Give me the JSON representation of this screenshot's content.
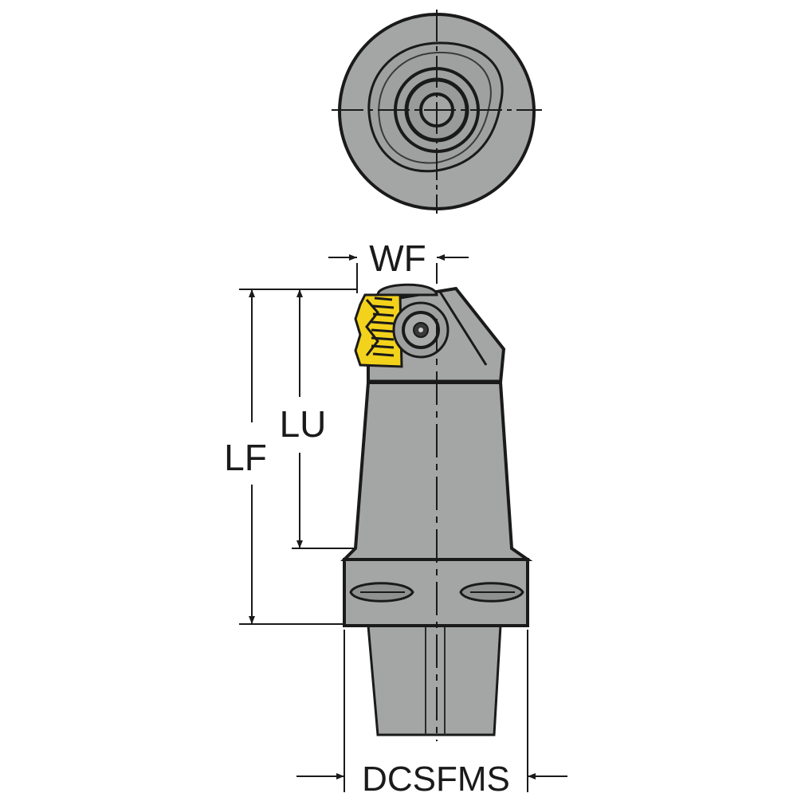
{
  "diagram": {
    "dimensions": {
      "wf": "WF",
      "lu": "LU",
      "lf": "LF",
      "dcsfms": "DCSFMS"
    },
    "colors": {
      "body_fill": "#a4a6a5",
      "insert_fill": "#f3d21c",
      "outline": "#1a1a1a",
      "background": "#ffffff"
    }
  }
}
